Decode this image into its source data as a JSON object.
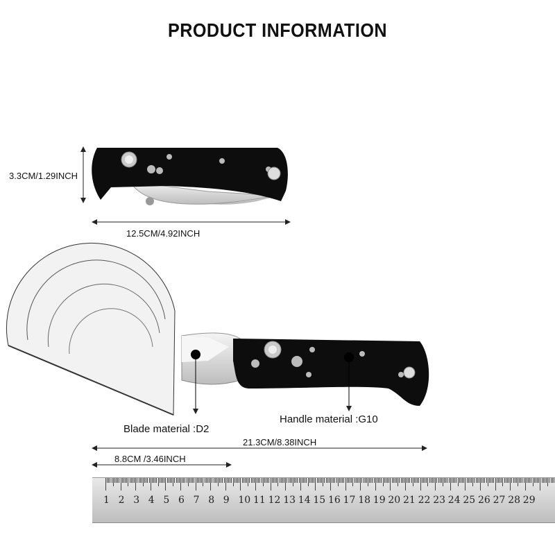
{
  "title": "PRODUCT INFORMATION",
  "dimensions": {
    "handle_height": "3.3CM/1.29INCH",
    "closed_length": "12.5CM/4.92INCH",
    "total_length": "21.3CM/8.38INCH",
    "blade_length": "8.8CM /3.46INCH"
  },
  "materials": {
    "blade": "Blade material :D2",
    "handle": "Handle material :G10"
  },
  "ruler": {
    "numbers": [
      "1",
      "2",
      "3",
      "4",
      "5",
      "6",
      "7",
      "8",
      "9",
      "10",
      "11",
      "12",
      "13",
      "14",
      "15",
      "16",
      "17",
      "18",
      "19",
      "20",
      "21",
      "22",
      "23",
      "24",
      "25",
      "26",
      "27",
      "28",
      "29"
    ]
  },
  "colors": {
    "handle": "#0d0d0d",
    "blade": "#dcdcdc",
    "ruler": "#cfcfcf"
  }
}
